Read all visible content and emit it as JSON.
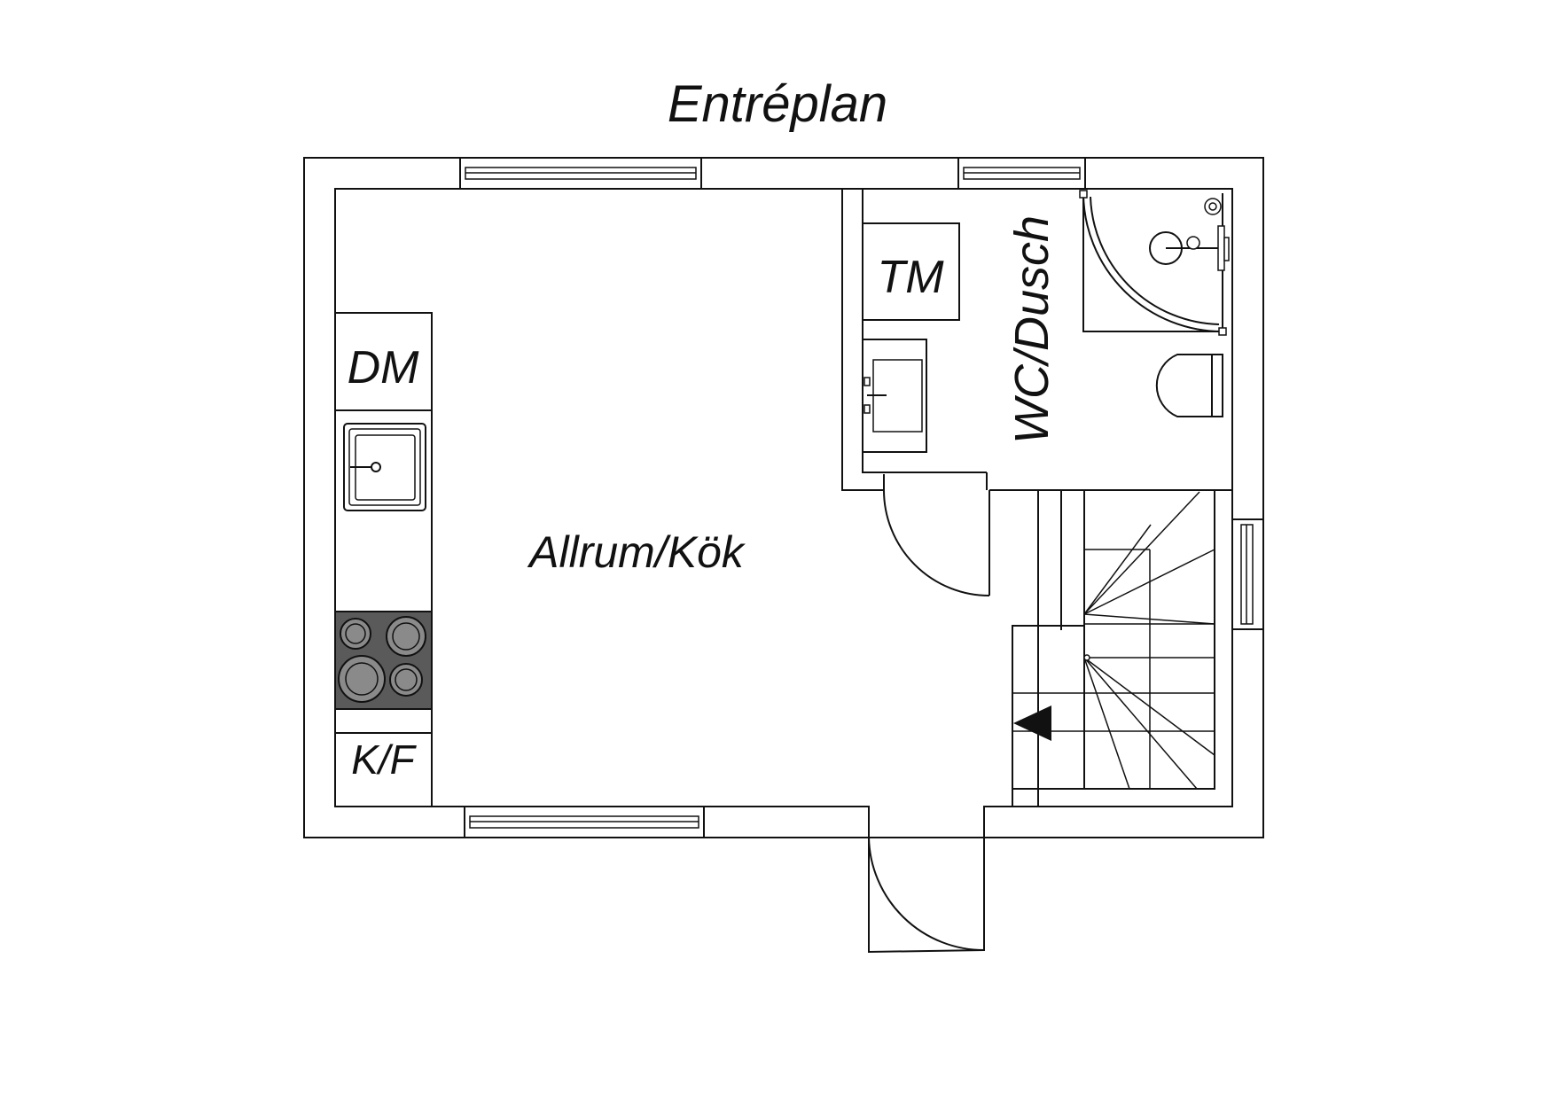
{
  "title": "Entréplan",
  "rooms": {
    "living": "Allrum/Kök",
    "bath": "WC/Dusch"
  },
  "fixtures": {
    "dishwasher": "DM",
    "washer": "TM",
    "fridge_freezer": "K/F"
  },
  "colors": {
    "line": "#111111",
    "stove": "#5a5a5a",
    "burner": "#8a8a8a"
  }
}
